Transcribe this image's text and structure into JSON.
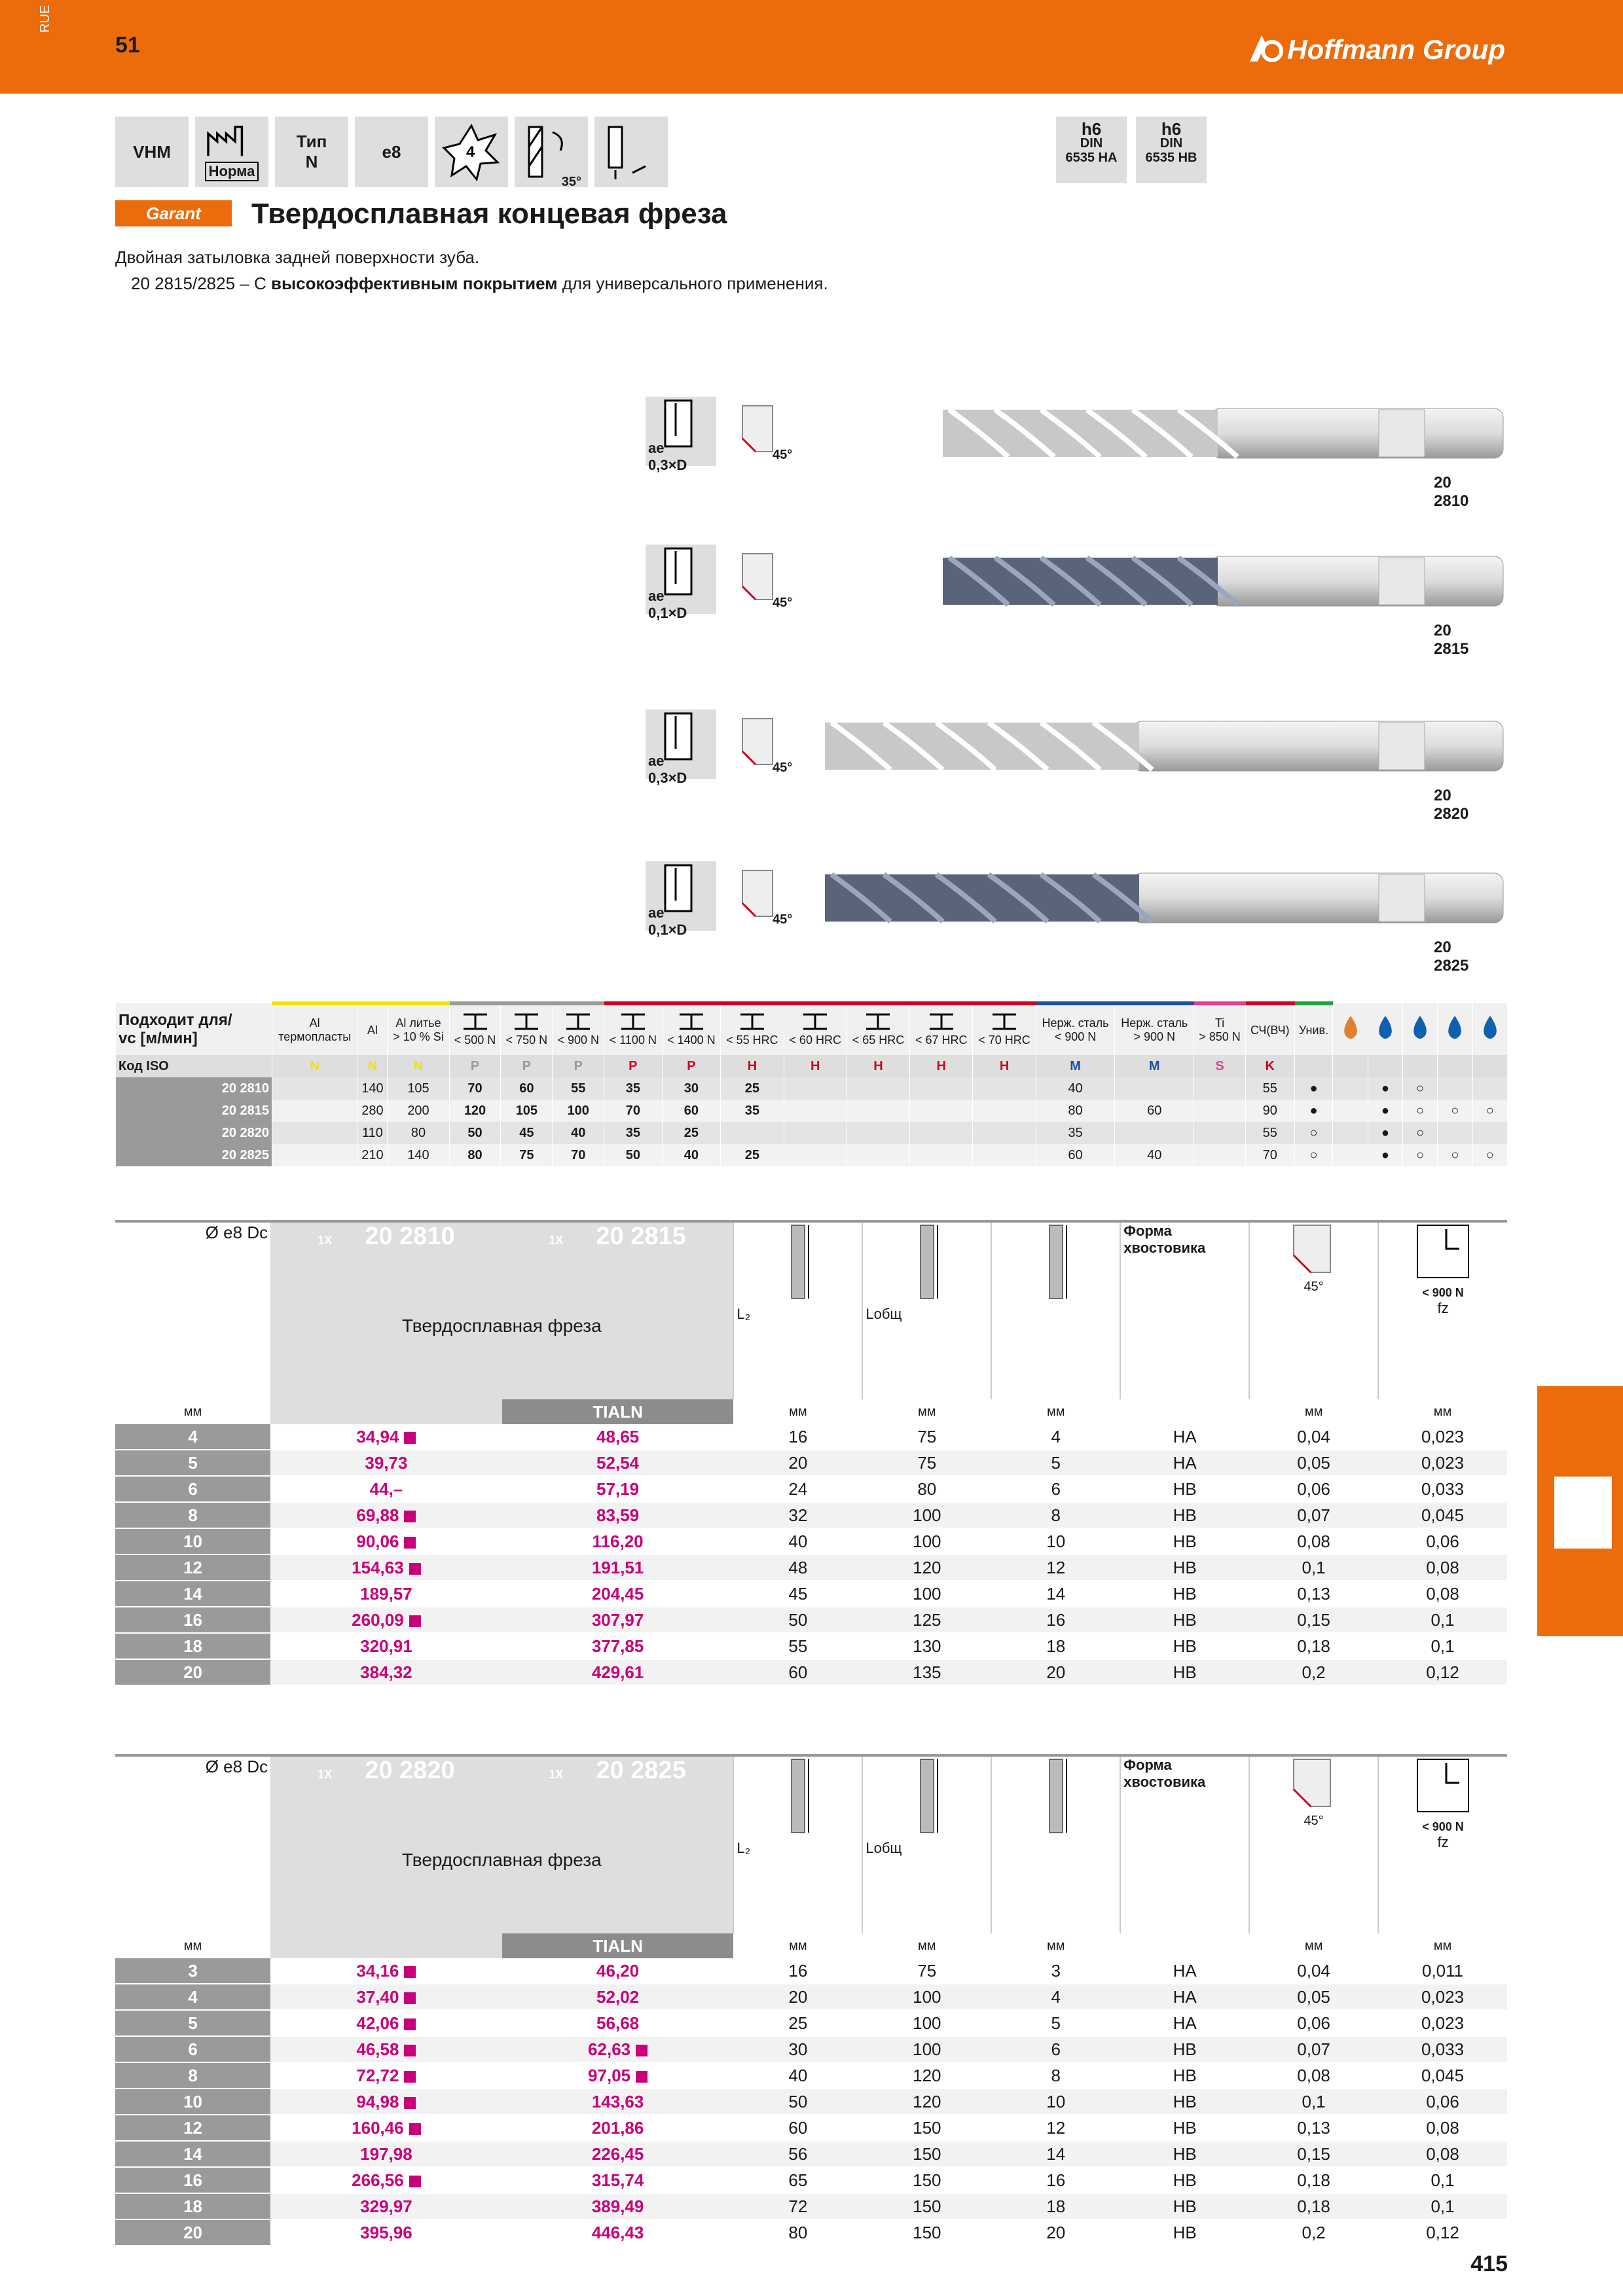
{
  "header": {
    "lang": "RUE",
    "chapter": "51",
    "brand": "Hoffmann Group"
  },
  "icons": {
    "vhm": "VHM",
    "norm": "Норма",
    "type_label": "Тип",
    "type_value": "N",
    "tol": "e8",
    "flutes": "4",
    "helix": "35°"
  },
  "shank_icons": [
    {
      "tol": "h6",
      "std": "DIN",
      "code": "6535 HA"
    },
    {
      "tol": "h6",
      "std": "DIN",
      "code": "6535 HB"
    }
  ],
  "logo": "Garant",
  "title": "Твердосплавная концевая фреза",
  "subtitle1": "Двойная затыловка задней поверхности зуба.",
  "subtitle2_prefix": "20 2815/2825 –  С ",
  "subtitle2_bold": "высокоэффективным покрытием",
  "subtitle2_suffix": " для универсального применения.",
  "tools": [
    {
      "ae": "ae 0,3×D",
      "chamfer": "45°",
      "article": "20 2810",
      "coated": false
    },
    {
      "ae": "ae 0,1×D",
      "chamfer": "45°",
      "article": "20 2815",
      "coated": true
    },
    {
      "ae": "ae 0,3×D",
      "chamfer": "45°",
      "article": "20 2820",
      "coated": false
    },
    {
      "ae": "ae 0,1×D",
      "chamfer": "45°",
      "article": "20 2825",
      "coated": true
    }
  ],
  "materials": {
    "label1": "Подходит для/",
    "label2": "vc [м/мин]",
    "iso_label": "Код ISO",
    "cols": [
      {
        "t": "Al",
        "s": "термопласты",
        "iso": "N",
        "c": "#f0e400"
      },
      {
        "t": "Al",
        "s": "",
        "iso": "N",
        "c": "#f0e400"
      },
      {
        "t": "Al литье",
        "s": "> 10 % Si",
        "iso": "N",
        "c": "#f0e400"
      },
      {
        "t": "",
        "s": "< 500 N",
        "iso": "P",
        "c": "#9a9a9a"
      },
      {
        "t": "",
        "s": "< 750 N",
        "iso": "P",
        "c": "#9a9a9a"
      },
      {
        "t": "",
        "s": "< 900 N",
        "iso": "P",
        "c": "#9a9a9a"
      },
      {
        "t": "",
        "s": "< 1100 N",
        "iso": "P",
        "c": "#d00020"
      },
      {
        "t": "",
        "s": "< 1400 N",
        "iso": "P",
        "c": "#d00020"
      },
      {
        "t": "",
        "s": "< 55 HRC",
        "iso": "H",
        "c": "#d00020"
      },
      {
        "t": "",
        "s": "< 60 HRC",
        "iso": "H",
        "c": "#d00020"
      },
      {
        "t": "",
        "s": "< 65 HRC",
        "iso": "H",
        "c": "#d00020"
      },
      {
        "t": "",
        "s": "< 67 HRC",
        "iso": "H",
        "c": "#d00020"
      },
      {
        "t": "",
        "s": "< 70 HRC",
        "iso": "H",
        "c": "#d00020"
      },
      {
        "t": "Нерж. сталь",
        "s": "< 900 N",
        "iso": "M",
        "c": "#1e4ea0"
      },
      {
        "t": "Нерж. сталь",
        "s": "> 900 N",
        "iso": "M",
        "c": "#1e4ea0"
      },
      {
        "t": "Ti",
        "s": "> 850 N",
        "iso": "S",
        "c": "#e04090"
      },
      {
        "t": "СЧ(ВЧ)",
        "s": "",
        "iso": "K",
        "c": "#d00020"
      },
      {
        "t": "Унив.",
        "s": "",
        "iso": "",
        "c": "#20a040"
      }
    ],
    "rows": [
      {
        "art": "20 2810",
        "v": [
          "",
          "140",
          "105",
          "70",
          "60",
          "55",
          "35",
          "30",
          "25",
          "",
          "",
          "",
          "",
          "40",
          "",
          "",
          "55"
        ],
        "u": "●",
        "cool": [
          "",
          "●",
          "○",
          "",
          ""
        ]
      },
      {
        "art": "20 2815",
        "v": [
          "",
          "280",
          "200",
          "120",
          "105",
          "100",
          "70",
          "60",
          "35",
          "",
          "",
          "",
          "",
          "80",
          "60",
          "",
          "90"
        ],
        "u": "●",
        "cool": [
          "",
          "●",
          "○",
          "○",
          "○"
        ]
      },
      {
        "art": "20 2820",
        "v": [
          "",
          "110",
          "80",
          "50",
          "45",
          "40",
          "35",
          "25",
          "",
          "",
          "",
          "",
          "",
          "35",
          "",
          "",
          "55"
        ],
        "u": "○",
        "cool": [
          "",
          "●",
          "○",
          "",
          ""
        ]
      },
      {
        "art": "20 2825",
        "v": [
          "",
          "210",
          "140",
          "80",
          "75",
          "70",
          "50",
          "40",
          "25",
          "",
          "",
          "",
          "",
          "60",
          "40",
          "",
          "70"
        ],
        "u": "○",
        "cool": [
          "",
          "●",
          "○",
          "○",
          "○"
        ]
      }
    ]
  },
  "table1": {
    "dia": "Ø e8 Dc",
    "pack": "1X",
    "art1": "20 2810",
    "art2": "20 2815",
    "desc": "Твердосплавная фреза",
    "coat": "TIALN",
    "l1": "L₂",
    "l2": "Lобщ",
    "shank": "Форма хвостовика",
    "chamfer": "45°",
    "fz_cond": "< 900 N",
    "fz": "fz",
    "unit": "мм",
    "rows": [
      [
        "4",
        "34,94",
        true,
        "48,65",
        false,
        "16",
        "75",
        "4",
        "HA",
        "0,04",
        "0,023"
      ],
      [
        "5",
        "39,73",
        false,
        "52,54",
        false,
        "20",
        "75",
        "5",
        "HA",
        "0,05",
        "0,023"
      ],
      [
        "6",
        "44,–",
        false,
        "57,19",
        false,
        "24",
        "80",
        "6",
        "HB",
        "0,06",
        "0,033"
      ],
      [
        "8",
        "69,88",
        true,
        "83,59",
        false,
        "32",
        "100",
        "8",
        "HB",
        "0,07",
        "0,045"
      ],
      [
        "10",
        "90,06",
        true,
        "116,20",
        false,
        "40",
        "100",
        "10",
        "HB",
        "0,08",
        "0,06"
      ],
      [
        "12",
        "154,63",
        true,
        "191,51",
        false,
        "48",
        "120",
        "12",
        "HB",
        "0,1",
        "0,08"
      ],
      [
        "14",
        "189,57",
        false,
        "204,45",
        false,
        "45",
        "100",
        "14",
        "HB",
        "0,13",
        "0,08"
      ],
      [
        "16",
        "260,09",
        true,
        "307,97",
        false,
        "50",
        "125",
        "16",
        "HB",
        "0,15",
        "0,1"
      ],
      [
        "18",
        "320,91",
        false,
        "377,85",
        false,
        "55",
        "130",
        "18",
        "HB",
        "0,18",
        "0,1"
      ],
      [
        "20",
        "384,32",
        false,
        "429,61",
        false,
        "60",
        "135",
        "20",
        "HB",
        "0,2",
        "0,12"
      ]
    ]
  },
  "table2": {
    "dia": "Ø e8 Dc",
    "pack": "1X",
    "art1": "20 2820",
    "art2": "20 2825",
    "desc": "Твердосплавная фреза",
    "coat": "TIALN",
    "l1": "L₂",
    "l2": "Lобщ",
    "shank": "Форма хвостовика",
    "chamfer": "45°",
    "fz_cond": "< 900 N",
    "fz": "fz",
    "unit": "мм",
    "rows": [
      [
        "3",
        "34,16",
        true,
        "46,20",
        false,
        "16",
        "75",
        "3",
        "HA",
        "0,04",
        "0,011"
      ],
      [
        "4",
        "37,40",
        true,
        "52,02",
        false,
        "20",
        "100",
        "4",
        "HA",
        "0,05",
        "0,023"
      ],
      [
        "5",
        "42,06",
        true,
        "56,68",
        false,
        "25",
        "100",
        "5",
        "HA",
        "0,06",
        "0,023"
      ],
      [
        "6",
        "46,58",
        true,
        "62,63",
        true,
        "30",
        "100",
        "6",
        "HB",
        "0,07",
        "0,033"
      ],
      [
        "8",
        "72,72",
        true,
        "97,05",
        true,
        "40",
        "120",
        "8",
        "HB",
        "0,08",
        "0,045"
      ],
      [
        "10",
        "94,98",
        true,
        "143,63",
        false,
        "50",
        "120",
        "10",
        "HB",
        "0,1",
        "0,06"
      ],
      [
        "12",
        "160,46",
        true,
        "201,86",
        false,
        "60",
        "150",
        "12",
        "HB",
        "0,13",
        "0,08"
      ],
      [
        "14",
        "197,98",
        false,
        "226,45",
        false,
        "56",
        "150",
        "14",
        "HB",
        "0,15",
        "0,08"
      ],
      [
        "16",
        "266,56",
        true,
        "315,74",
        false,
        "65",
        "150",
        "16",
        "HB",
        "0,18",
        "0,1"
      ],
      [
        "18",
        "329,97",
        false,
        "389,49",
        false,
        "72",
        "150",
        "18",
        "HB",
        "0,18",
        "0,1"
      ],
      [
        "20",
        "395,96",
        false,
        "446,43",
        false,
        "80",
        "150",
        "20",
        "HB",
        "0,2",
        "0,12"
      ]
    ]
  },
  "page_number": "415"
}
